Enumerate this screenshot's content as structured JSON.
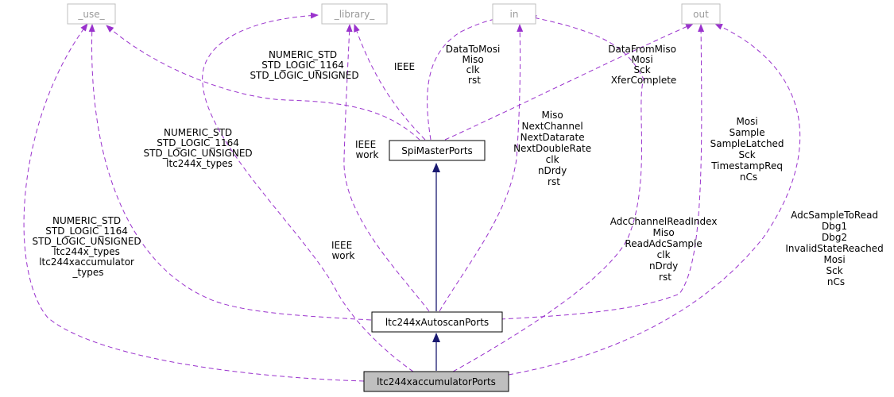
{
  "nodes": {
    "use": "_use_",
    "library": "_library_",
    "in": "in",
    "out": "out",
    "spi": "SpiMasterPorts",
    "autoscan": "ltc244xAutoscanPorts",
    "accum": "ltc244xaccumulatorPorts"
  },
  "labels": {
    "spi_use": [
      "NUMERIC_STD",
      "STD_LOGIC_1164",
      "STD_LOGIC_UNSIGNED"
    ],
    "spi_library": [
      "IEEE"
    ],
    "spi_in": [
      "DataToMosi",
      "Miso",
      "clk",
      "rst"
    ],
    "spi_out": [
      "DataFromMiso",
      "Mosi",
      "Sck",
      "XferComplete"
    ],
    "autoscan_use": [
      "NUMERIC_STD",
      "STD_LOGIC_1164",
      "STD_LOGIC_UNSIGNED",
      "ltc244x_types"
    ],
    "autoscan_library": [
      "IEEE",
      "work"
    ],
    "autoscan_in": [
      "Miso",
      "NextChannel",
      "NextDatarate",
      "NextDoubleRate",
      "clk",
      "nDrdy",
      "rst"
    ],
    "autoscan_out": [
      "Mosi",
      "Sample",
      "SampleLatched",
      "Sck",
      "TimestampReq",
      "nCs"
    ],
    "accum_use": [
      "NUMERIC_STD",
      "STD_LOGIC_1164",
      "STD_LOGIC_UNSIGNED",
      "ltc244x_types",
      "ltc244xaccumulator",
      "_types"
    ],
    "accum_library": [
      "IEEE",
      "work"
    ],
    "accum_in": [
      "AdcChannelReadIndex",
      "Miso",
      "ReadAdcSample",
      "clk",
      "nDrdy",
      "rst"
    ],
    "accum_out": [
      "AdcSampleToRead",
      "Dbg1",
      "Dbg2",
      "InvalidStateReached",
      "Mosi",
      "Sck",
      "nCs"
    ]
  }
}
